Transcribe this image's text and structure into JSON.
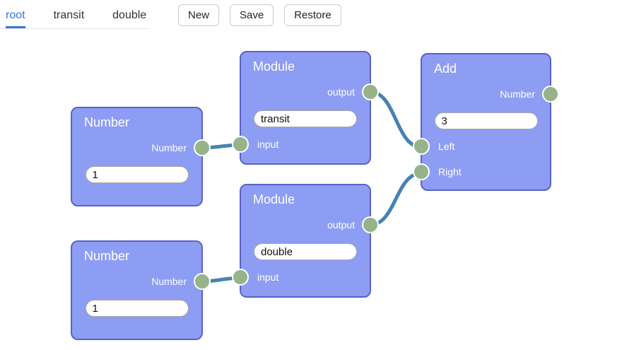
{
  "tabs": [
    {
      "label": "root",
      "active": true
    },
    {
      "label": "transit",
      "active": false
    },
    {
      "label": "double",
      "active": false
    }
  ],
  "toolbar": {
    "new_label": "New",
    "save_label": "Save",
    "restore_label": "Restore"
  },
  "colors": {
    "tab_active": "#3a72e0",
    "node_background": "#8d9df3",
    "node_border": "#5a62c8",
    "socket": "#96b38a",
    "connection": "#4682b4"
  },
  "nodes": [
    {
      "id": "number-top",
      "title": "Number",
      "output_label": "Number",
      "control_value": "1",
      "inputs": []
    },
    {
      "id": "module-transit",
      "title": "Module",
      "output_label": "output",
      "control_value": "transit",
      "inputs": [
        "input"
      ]
    },
    {
      "id": "number-bottom",
      "title": "Number",
      "output_label": "Number",
      "control_value": "1",
      "inputs": []
    },
    {
      "id": "module-double",
      "title": "Module",
      "output_label": "output",
      "control_value": "double",
      "inputs": [
        "input"
      ]
    },
    {
      "id": "add",
      "title": "Add",
      "output_label": "Number",
      "control_value": "3",
      "inputs": [
        "Left",
        "Right"
      ]
    }
  ],
  "connections": [
    {
      "from": "number-top.Number",
      "to": "module-transit.input"
    },
    {
      "from": "number-bottom.Number",
      "to": "module-double.input"
    },
    {
      "from": "module-transit.output",
      "to": "add.Left"
    },
    {
      "from": "module-double.output",
      "to": "add.Right"
    }
  ]
}
